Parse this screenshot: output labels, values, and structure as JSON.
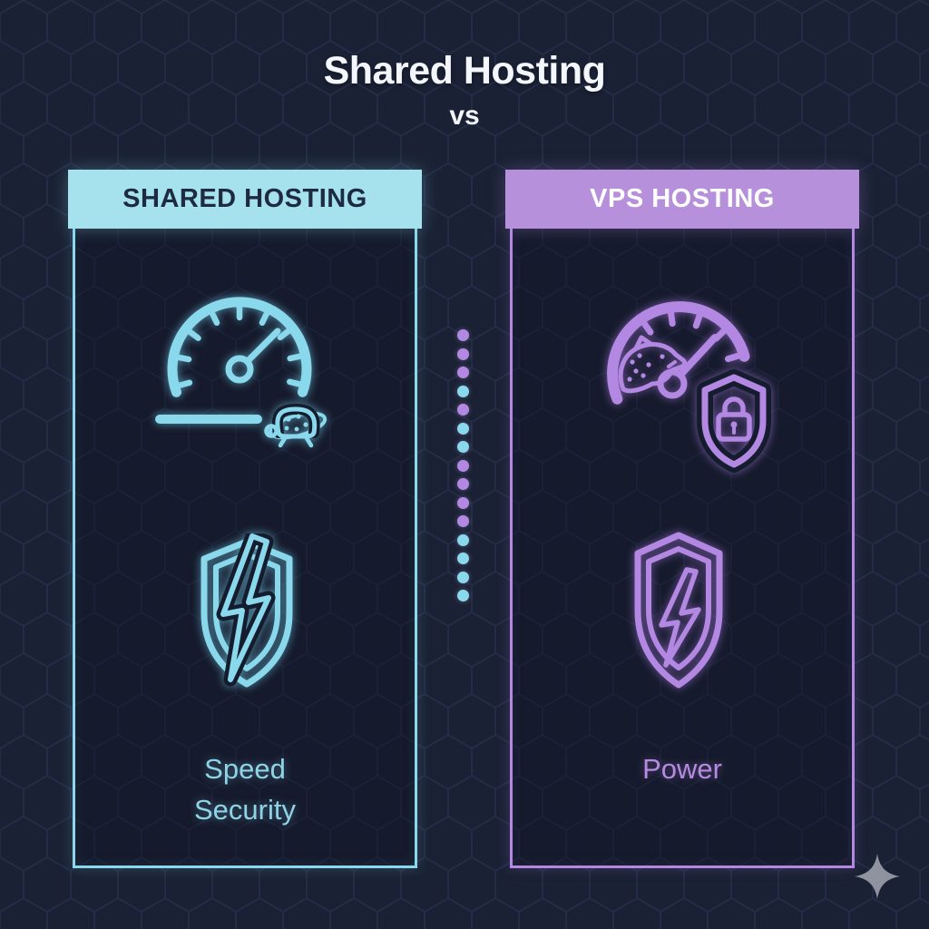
{
  "page": {
    "title": "Shared Hosting",
    "vs": "vs",
    "colors": {
      "background": "#1a2134",
      "hex_line": "#273150",
      "cyan": "#8ad8ec",
      "purple": "#b388e2",
      "cyan_header_bg": "#a5e2ee",
      "purple_header_bg": "#b690da",
      "header_dark_text": "#1d2a40",
      "header_light_text": "#ffffff",
      "label_cyan": "#8fd3e6",
      "label_purple": "#b58ae0",
      "title_text": "#f3f6fa",
      "sparkle": "#8e939f",
      "casing": "#151c2e"
    }
  },
  "shared_card": {
    "header": "SHARED HOSTING",
    "icons": [
      "speedometer-turtle-icon",
      "broken-shield-lightning-icon"
    ],
    "labels": [
      "Speed",
      "Security"
    ]
  },
  "vps_card": {
    "header": "VPS HOSTING",
    "icons": [
      "speedometer-cheetah-lock-icon",
      "shield-lightning-icon"
    ],
    "labels": [
      "Power"
    ]
  },
  "divider": {
    "dot_colors": [
      "purple",
      "purple",
      "purple",
      "cyan",
      "purple",
      "cyan",
      "cyan",
      "purple",
      "purple",
      "purple",
      "purple",
      "cyan",
      "cyan",
      "cyan",
      "cyan"
    ]
  }
}
